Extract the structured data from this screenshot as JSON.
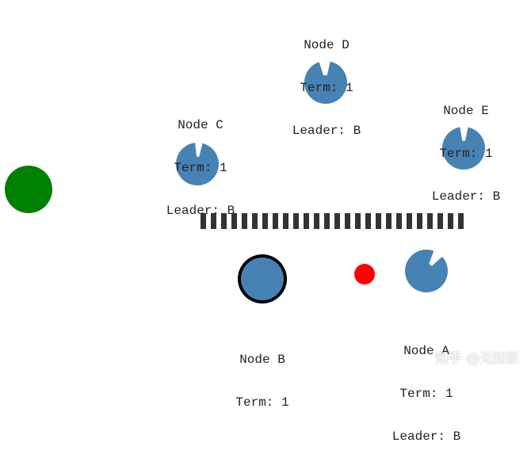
{
  "colors": {
    "node": "#4682b4",
    "leader_ring": "#000000",
    "client": "#008000",
    "message": "#ff0000",
    "partition": "#333333",
    "text": "#222222"
  },
  "nodes": [
    {
      "id": "D",
      "name": "Node D",
      "term": "Term: 1",
      "leader": "Leader: B"
    },
    {
      "id": "C",
      "name": "Node C",
      "term": "Term: 1",
      "leader": "Leader: B"
    },
    {
      "id": "E",
      "name": "Node E",
      "term": "Term: 1",
      "leader": "Leader: B"
    },
    {
      "id": "B",
      "name": "Node B",
      "term": "Term: 1"
    },
    {
      "id": "A",
      "name": "Node A",
      "term": "Term: 1",
      "leader": "Leader: B"
    }
  ],
  "watermark": "知乎 @无知影"
}
